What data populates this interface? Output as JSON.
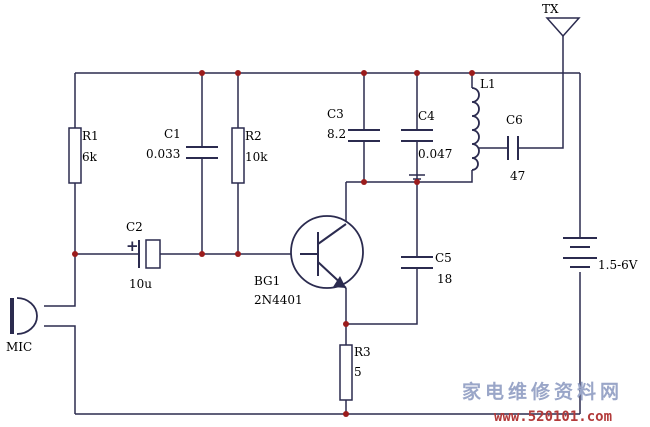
{
  "components": {
    "r1": {
      "ref": "R1",
      "value": "6k"
    },
    "c1": {
      "ref": "C1",
      "value": "0.033"
    },
    "r2": {
      "ref": "R2",
      "value": "10k"
    },
    "c2": {
      "ref": "C2",
      "value": "10u",
      "polarity": "+"
    },
    "c3": {
      "ref": "C3",
      "value": "8.2"
    },
    "c4": {
      "ref": "C4",
      "value": "0.047"
    },
    "l1": {
      "ref": "L1"
    },
    "c6": {
      "ref": "C6",
      "value": "47"
    },
    "c5": {
      "ref": "C5",
      "value": "18"
    },
    "bg1": {
      "ref": "BG1",
      "part": "2N4401"
    },
    "r3": {
      "ref": "R3",
      "value": "5"
    },
    "battery": {
      "value": "1.5-6V"
    },
    "antenna": {
      "label": "TX"
    },
    "mic": {
      "label": "MIC"
    }
  },
  "watermark": {
    "line1": "家电维修资料网",
    "line2": "www.520101.com"
  },
  "colors": {
    "wire": "#2b2b4f",
    "node": "#9b1c1c",
    "watermark": "#9aa6c8",
    "watermark_url": "#b23a3a"
  }
}
